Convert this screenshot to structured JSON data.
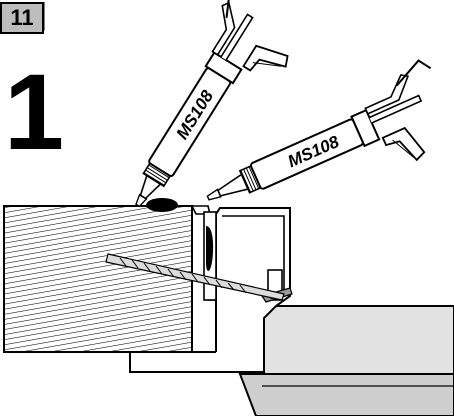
{
  "step_number": "11",
  "substep_number": "1",
  "sealant_guns": [
    {
      "label": "MS108"
    },
    {
      "label": "MS108"
    }
  ]
}
